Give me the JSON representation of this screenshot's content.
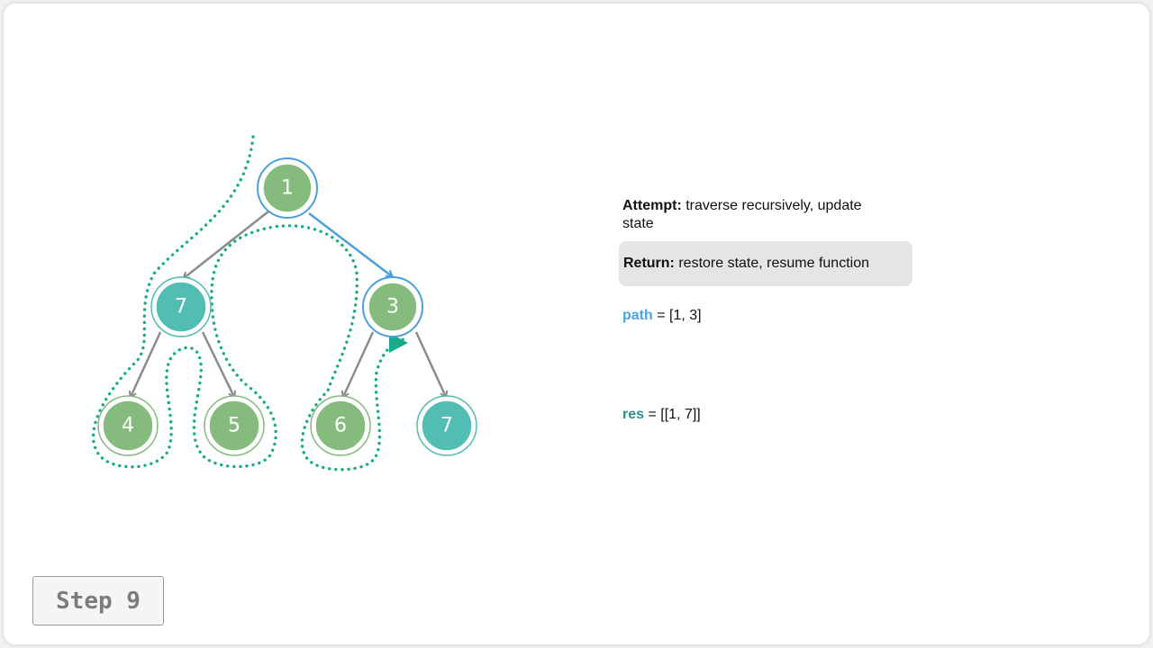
{
  "legend": {
    "attempt_title": "Attempt:",
    "attempt_text": "traverse recursively, update state",
    "return_title": "Return:",
    "return_text": "restore state, resume function"
  },
  "variables": {
    "path_name": "path",
    "path_value": "= [1, 3]",
    "res_name": "res",
    "res_value": "= [[1, 7]]"
  },
  "step_label": "Step 9",
  "tree": {
    "nodes": [
      {
        "id": "root",
        "label": "1",
        "kind": "visited",
        "on_path": true
      },
      {
        "id": "left",
        "label": "7",
        "kind": "target",
        "on_path": false
      },
      {
        "id": "right",
        "label": "3",
        "kind": "visited",
        "on_path": true
      },
      {
        "id": "left-left",
        "label": "4",
        "kind": "visited",
        "on_path": false
      },
      {
        "id": "left-right",
        "label": "5",
        "kind": "visited",
        "on_path": false
      },
      {
        "id": "right-left",
        "label": "6",
        "kind": "visited",
        "on_path": false
      },
      {
        "id": "right-right",
        "label": "7",
        "kind": "target",
        "on_path": false
      }
    ],
    "edges": [
      {
        "from": "root",
        "to": "left",
        "on_path": false
      },
      {
        "from": "root",
        "to": "right",
        "on_path": true
      },
      {
        "from": "left",
        "to": "left-left",
        "on_path": false
      },
      {
        "from": "left",
        "to": "left-right",
        "on_path": false
      },
      {
        "from": "right",
        "to": "right-left",
        "on_path": false
      },
      {
        "from": "right",
        "to": "right-right",
        "on_path": false
      }
    ]
  },
  "colors": {
    "visited_fill": "#86bb7e",
    "target_fill": "#52bdb3",
    "path_blue": "#4a9fdd",
    "edge_gray": "#8c8c8c",
    "traversal_teal": "#1aab8a",
    "path_label": "#4ba3df",
    "res_label": "#2f8f88"
  }
}
